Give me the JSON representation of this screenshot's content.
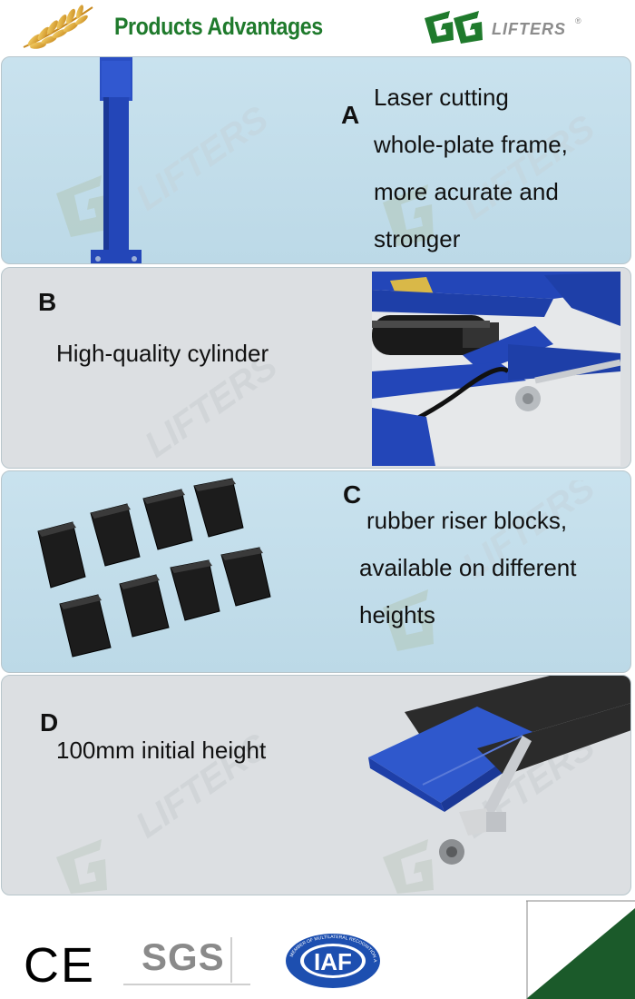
{
  "header": {
    "title": "Products Advantages",
    "brand_name": "LIFTERS",
    "brand_reg": "®",
    "brand_logo": "GG"
  },
  "watermark": {
    "text": "LIFTERS"
  },
  "panels": [
    {
      "letter": "A",
      "lines": [
        "Laser cutting",
        "whole-plate frame,",
        "more acurate and",
        "stronger"
      ],
      "image": "blue-steel-column-post"
    },
    {
      "letter": "B",
      "lines": [
        "High-quality cylinder"
      ],
      "image": "hydraulic-cylinder-closeup"
    },
    {
      "letter": "C",
      "lines": [
        "rubber riser blocks,",
        "available on different",
        "heights"
      ],
      "image": "eight-rubber-blocks"
    },
    {
      "letter": "D",
      "lines": [
        "100mm initial height"
      ],
      "image": "low-profile-ramp-end"
    }
  ],
  "footer": {
    "ce": "CE",
    "sgs": "SGS",
    "iaf": "IAF",
    "iaf_ring": "MEMBER OF MULTILATERAL RECOGNITION ARRANGEMENT"
  },
  "colors": {
    "title_green": "#1f7a2c",
    "panel_blue": "#c9e2ee",
    "panel_grey": "#dcdfe2",
    "lift_blue": "#2346b8",
    "corner_green": "#1b5a2a"
  }
}
